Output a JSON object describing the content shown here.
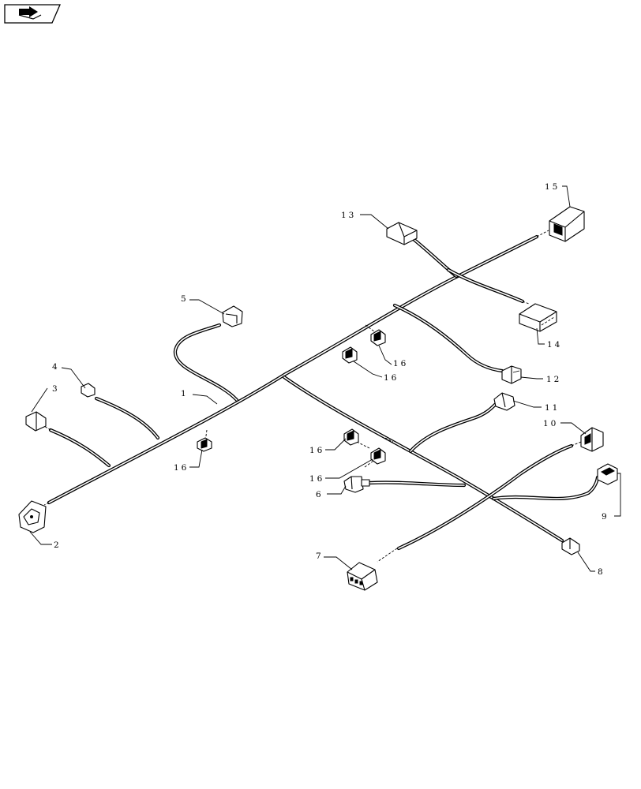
{
  "callouts": [
    {
      "id": "1",
      "text": "1"
    },
    {
      "id": "2",
      "text": "2"
    },
    {
      "id": "3",
      "text": "3"
    },
    {
      "id": "4",
      "text": "4"
    },
    {
      "id": "5",
      "text": "5"
    },
    {
      "id": "6",
      "text": "6"
    },
    {
      "id": "7",
      "text": "7"
    },
    {
      "id": "8",
      "text": "8"
    },
    {
      "id": "9",
      "text": "9"
    },
    {
      "id": "10",
      "text": "10"
    },
    {
      "id": "11",
      "text": "11"
    },
    {
      "id": "12",
      "text": "12"
    },
    {
      "id": "13",
      "text": "13"
    },
    {
      "id": "14",
      "text": "14"
    },
    {
      "id": "15",
      "text": "15"
    },
    {
      "id": "16a",
      "text": "16"
    },
    {
      "id": "16b",
      "text": "16"
    },
    {
      "id": "16c",
      "text": "16"
    },
    {
      "id": "16d",
      "text": "16"
    },
    {
      "id": "16e",
      "text": "16"
    }
  ],
  "corner_icon": "book-arrow-icon",
  "colors": {
    "line": "#000000",
    "background": "#ffffff"
  }
}
